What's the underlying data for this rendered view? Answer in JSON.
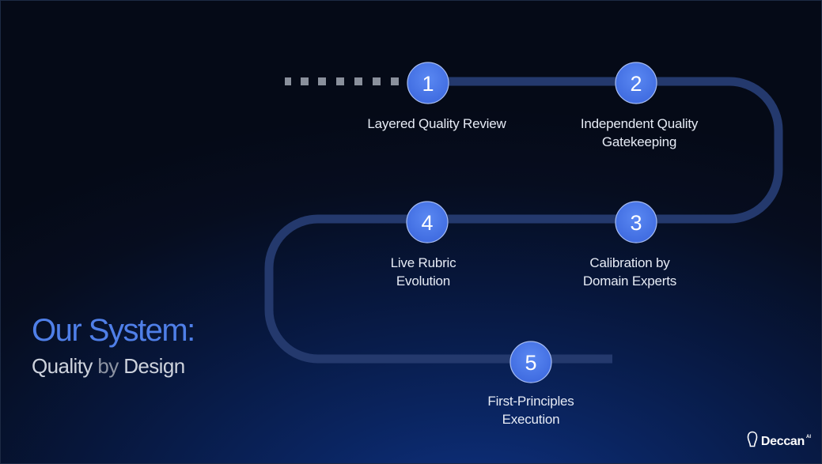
{
  "title": "Our System:",
  "subtitle_prefix": "Quality",
  "subtitle_connector": "by",
  "subtitle_suffix": "Design",
  "steps": [
    {
      "number": "1",
      "label": "Layered Quality Review"
    },
    {
      "number": "2",
      "label": "Independent Quality\nGatekeeping"
    },
    {
      "number": "3",
      "label": "Calibration by\nDomain Experts"
    },
    {
      "number": "4",
      "label": "Live Rubric\nEvolution"
    },
    {
      "number": "5",
      "label": "First-Principles\nExecution"
    }
  ],
  "logo": {
    "text": "Deccan",
    "superscript": "AI",
    "icon": "deccan-logo-icon"
  },
  "colors": {
    "path": "#24396d",
    "node": "#4b78e8",
    "title": "#4f7fe8",
    "dash": "#8a909c"
  }
}
